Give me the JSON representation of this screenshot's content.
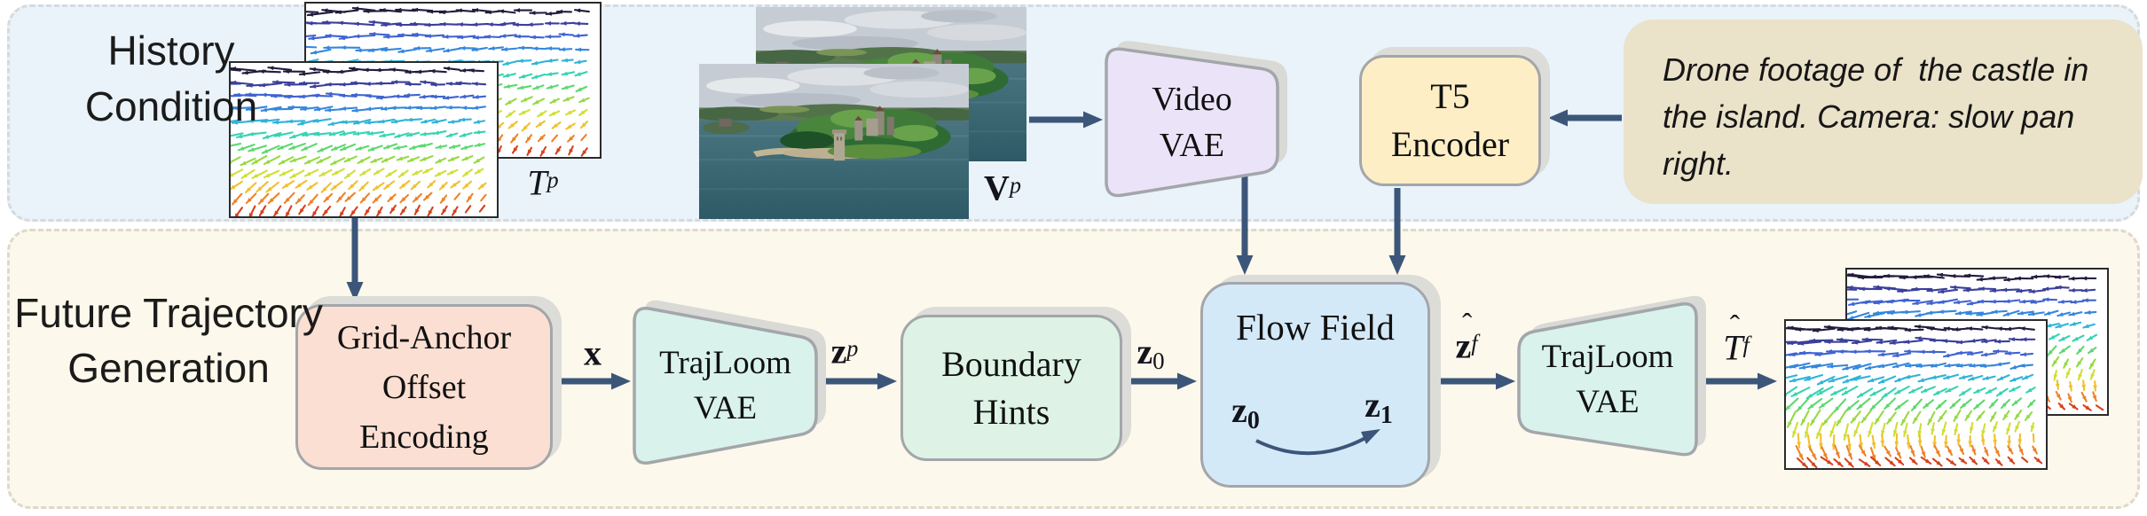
{
  "sections": {
    "history": {
      "lines": [
        "History",
        "Condition"
      ]
    },
    "future": {
      "lines": [
        "Future",
        "Trajectory",
        "Generation"
      ]
    }
  },
  "blocks": {
    "video_vae": {
      "lines": [
        "Video",
        "VAE"
      ]
    },
    "t5_encoder": {
      "lines": [
        "T5",
        "Encoder"
      ]
    },
    "grid_anchor": {
      "lines": [
        "Grid-Anchor",
        "Offset",
        "Encoding"
      ]
    },
    "trajloom_encoder": {
      "lines": [
        "TrajLoom",
        "VAE"
      ]
    },
    "boundary_hints": {
      "lines": [
        "Boundary",
        "Hints"
      ]
    },
    "flow_field": {
      "title": "Flow Field"
    },
    "trajloom_decoder": {
      "lines": [
        "TrajLoom",
        "VAE"
      ]
    },
    "prompt": {
      "text": "Drone footage of  the castle in the island. Camera: slow pan right."
    }
  },
  "math_labels": {
    "traj_past": {
      "base": "T",
      "sup": "p"
    },
    "video_past": {
      "base": "V",
      "sup": "p"
    },
    "x": {
      "base": "x"
    },
    "z_p": {
      "base": "z",
      "sup": "p"
    },
    "z_0": {
      "base": "z",
      "sub": "0"
    },
    "flow_z0": {
      "base": "z",
      "sub": "0"
    },
    "flow_z1": {
      "base": "z",
      "sub": "1"
    },
    "z_hat_f": {
      "base": "z",
      "hat": "ˆ",
      "sup": "f"
    },
    "traj_hat_f": {
      "base": "T",
      "hat": "ˆ",
      "sup": "f"
    }
  },
  "colors": {
    "arrow": "#3c567a",
    "history_bg": "#e9f3f9",
    "future_bg": "#fcf8eb",
    "video_vae_fill": "#ebe4f9",
    "t5_fill": "#fdeec6",
    "prompt_fill": "#eae2c9",
    "grid_anchor_fill": "#fcdfd3",
    "trajloom_fill": "#d9f2ec",
    "boundary_fill": "#def3e6",
    "flow_fill": "#d4e9f8"
  }
}
